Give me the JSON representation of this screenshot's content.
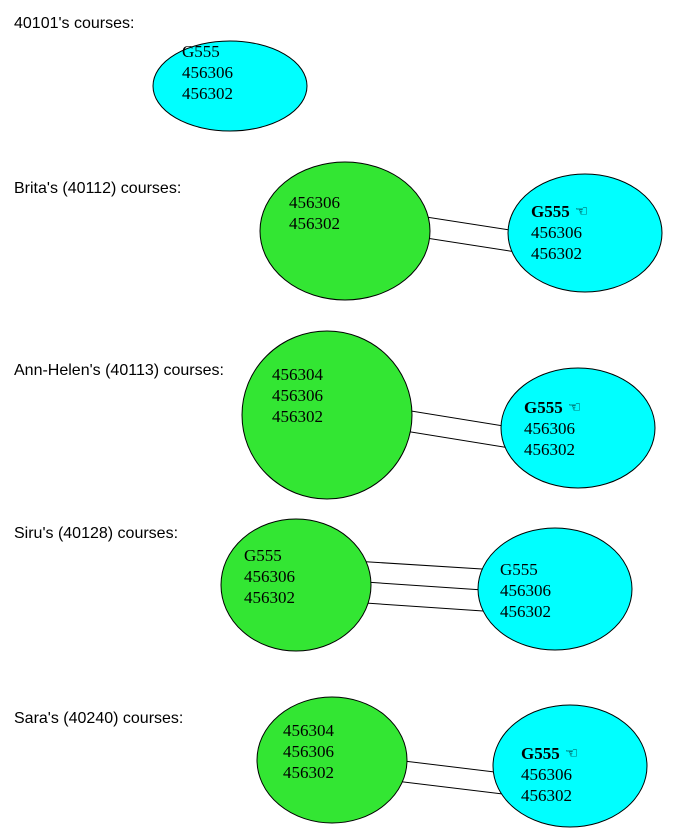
{
  "colors": {
    "green": "#33e633",
    "cyan": "#00ffff",
    "stroke": "#000000"
  },
  "hand_icon": "pointing-hand-icon",
  "sections": [
    {
      "label": "40101's courses:",
      "left_courses": [],
      "right_courses": [
        "G555",
        "456306",
        "456302"
      ],
      "right_bold": [],
      "links": []
    },
    {
      "label": "Brita's (40112) courses:",
      "left_courses": [
        "456306",
        "456302"
      ],
      "right_courses": [
        "G555",
        "456306",
        "456302"
      ],
      "right_bold": [
        0
      ],
      "hand_after": 0,
      "links": [
        [
          0,
          1
        ],
        [
          1,
          2
        ]
      ]
    },
    {
      "label": "Ann-Helen's (40113) courses:",
      "left_courses": [
        "456304",
        "456306",
        "456302"
      ],
      "right_courses": [
        "G555",
        "456306",
        "456302"
      ],
      "right_bold": [
        0
      ],
      "hand_after": 0,
      "links": [
        [
          1,
          1
        ],
        [
          2,
          2
        ]
      ]
    },
    {
      "label": "Siru's (40128) courses:",
      "left_courses": [
        "G555",
        "456306",
        "456302"
      ],
      "right_courses": [
        "G555",
        "456306",
        "456302"
      ],
      "right_bold": [],
      "links": [
        [
          0,
          0
        ],
        [
          1,
          1
        ],
        [
          2,
          2
        ]
      ]
    },
    {
      "label": "Sara's (40240) courses:",
      "left_courses": [
        "456304",
        "456306",
        "456302"
      ],
      "right_courses": [
        "G555",
        "456306",
        "456302"
      ],
      "right_bold": [
        0
      ],
      "hand_after": 0,
      "links": [
        [
          1,
          1
        ],
        [
          2,
          2
        ]
      ]
    }
  ]
}
